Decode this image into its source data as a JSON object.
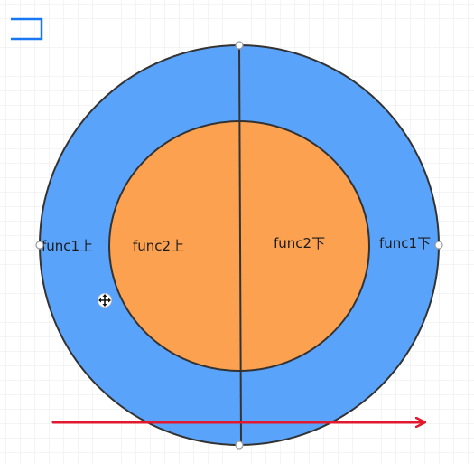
{
  "diagram": {
    "labels": {
      "outer_left": "func1上",
      "inner_left": "func2上",
      "inner_right": "func2下",
      "outer_right": "func1下"
    },
    "colors": {
      "background": "#ffffff",
      "grid": "#e9e9e9",
      "outer_ring_fill": "#5aa3fb",
      "inner_circle_fill": "#fba150",
      "stroke": "#333333",
      "arrow": "#e1192e",
      "corner_shape_stroke": "#1877f2",
      "handle_fill": "#ffffff",
      "handle_stroke": "#9a9a9a"
    },
    "icons": {
      "cursor": "move-cursor-icon"
    }
  }
}
